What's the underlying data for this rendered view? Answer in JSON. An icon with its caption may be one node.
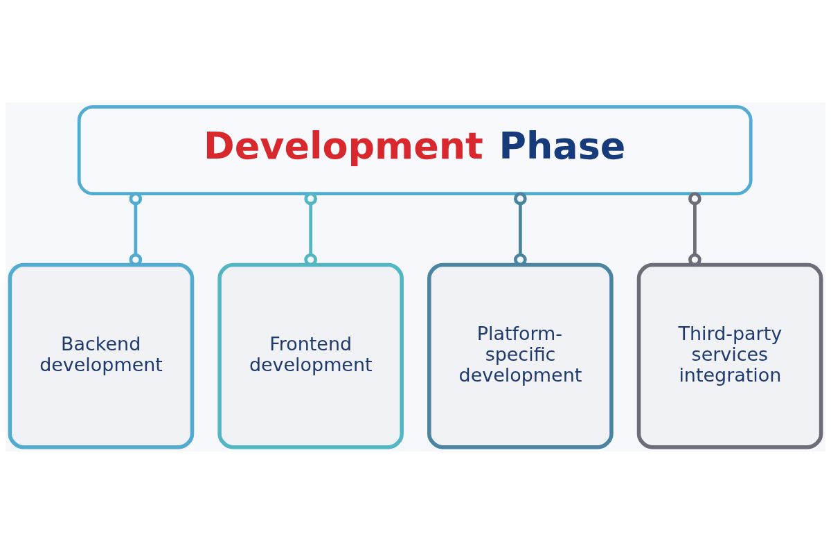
{
  "diagram": {
    "nodes": [
      {
        "text": [
          "Development Phase"
        ]
      },
      {
        "text": [
          "Backend development"
        ]
      },
      {
        "text": [
          "Frontend development"
        ]
      },
      {
        "text": [
          "Platform-specific development"
        ]
      },
      {
        "text": [
          "Third-party services integration"
        ]
      }
    ],
    "edges": [
      {
        "from": 0,
        "to": 1,
        "arrow": "other",
        "color": "#52acd1"
      },
      {
        "from": 0,
        "to": 2,
        "arrow": "other",
        "color": "#52b7c2"
      },
      {
        "from": 0,
        "to": 3,
        "arrow": "other",
        "color": "#4a84a0"
      },
      {
        "from": 0,
        "to": 4,
        "arrow": "other",
        "color": "#6b6d78"
      }
    ]
  }
}
